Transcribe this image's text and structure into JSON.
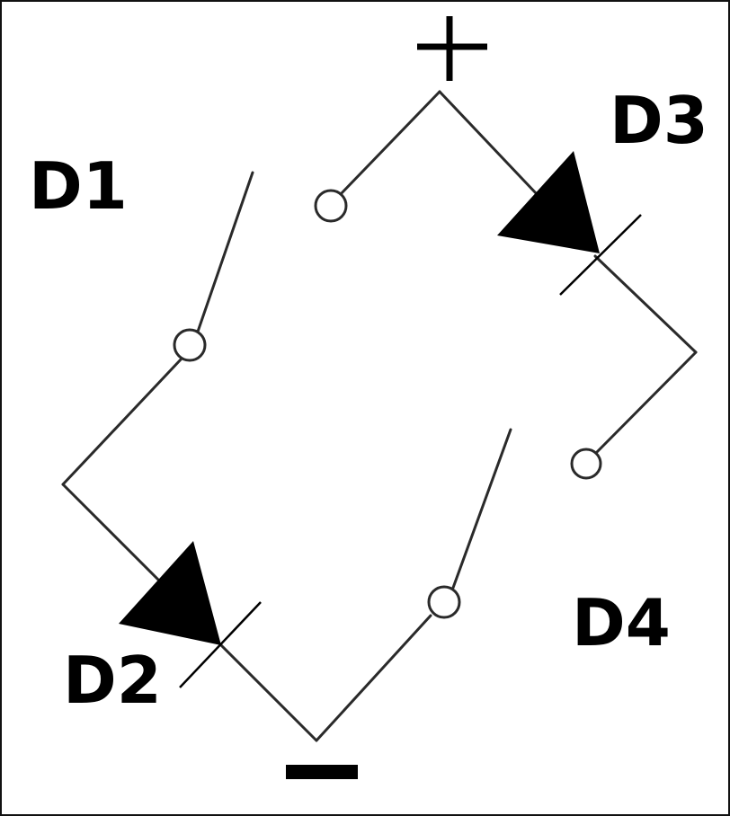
{
  "diagram": {
    "labels": {
      "d1": "D1",
      "d2": "D2",
      "d3": "D3",
      "d4": "D4"
    },
    "polarity": {
      "positive": "+",
      "negative": "−"
    },
    "colors": {
      "wire": "#2a2a2a",
      "diode": "#000000",
      "background": "#ffffff"
    }
  }
}
